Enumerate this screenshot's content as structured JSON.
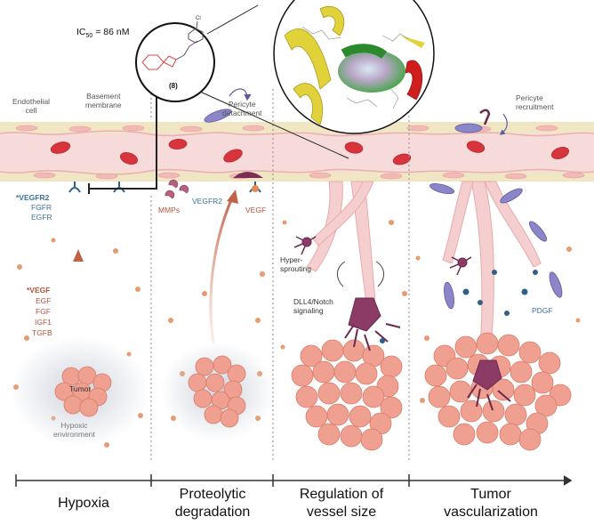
{
  "ic50": {
    "prefix": "IC",
    "subscript": "50",
    "value": " = 86 nM"
  },
  "compound_label": "(8)",
  "compound_cl": "Cl",
  "labels": {
    "endothelial_cell": "Endothelial\ncell",
    "basement_membrane": "Basement\nmembrane",
    "pericyte_detachment": "Pericyte\ndetachment",
    "pericyte_recruitment": "Pericyte\nrecruitment",
    "vegfr2_star": "*VEGFR2",
    "fgfr": "FGFR",
    "egfr": "EGFR",
    "mmps": "MMPs",
    "vegfr2": "VEGFR2",
    "vegf": "VEGF",
    "vegf_star": "*VEGF",
    "egf": "EGF",
    "fgf": "FGF",
    "igf1": "IGF1",
    "tgfb": "TGFB",
    "tumor": "Tumor",
    "hypoxic_environment": "Hypoxic\nenvironment",
    "hyper_sprouting": "Hyper-\nsprouting",
    "dll4_notch": "DLL4/Notch\nsignaling",
    "pdgf": "PDGF"
  },
  "stages": [
    {
      "label": "Hypoxia"
    },
    {
      "label": "Proteolytic\ndegradation"
    },
    {
      "label": "Regulation of\nvessel size"
    },
    {
      "label": "Tumor\nvascularization"
    }
  ],
  "colors": {
    "vessel": "#f7dada",
    "membrane": "#f1e6c4",
    "rbc": "#d8343c",
    "tumor": "#f0a090",
    "pericyte": "#8a86c8",
    "tip_cell": "#8c3a66",
    "dots": "#e89a70",
    "receptor_blue": "#2f5f88",
    "helix_yellow": "#e2d23a",
    "ligand_green": "#48b248"
  }
}
